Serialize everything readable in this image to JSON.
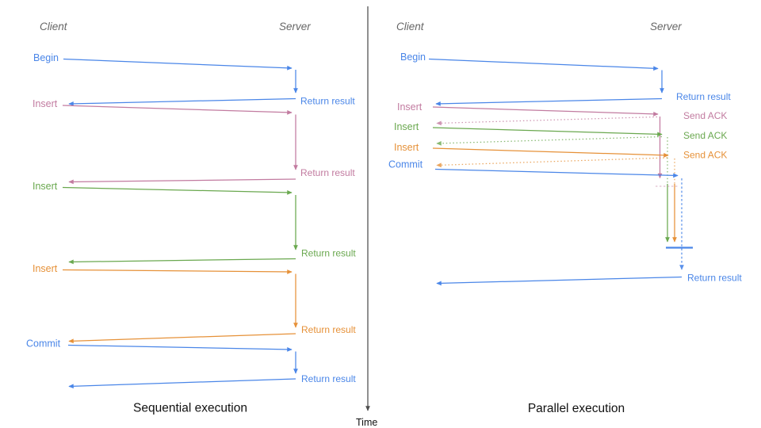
{
  "colors": {
    "blue": "#4a86e8",
    "pink": "#c27ba0",
    "green": "#6aa84f",
    "orange": "#e69138",
    "axis": "#4d4d4d",
    "heading": "#666666",
    "title": "#111111"
  },
  "time_axis": {
    "label": "Time"
  },
  "sequential": {
    "title": "Sequential execution",
    "client_header": "Client",
    "server_header": "Server",
    "messages": [
      {
        "label": "Begin",
        "color": "blue",
        "response": "Return result"
      },
      {
        "label": "Insert",
        "color": "pink",
        "response": "Return result"
      },
      {
        "label": "Insert",
        "color": "green",
        "response": "Return result"
      },
      {
        "label": "Insert",
        "color": "orange",
        "response": "Return result"
      },
      {
        "label": "Commit",
        "color": "blue",
        "response": "Return result"
      }
    ]
  },
  "parallel": {
    "title": "Parallel execution",
    "client_header": "Client",
    "server_header": "Server",
    "messages": [
      {
        "label": "Begin",
        "color": "blue",
        "response": "Return result"
      },
      {
        "label": "Insert",
        "color": "pink",
        "response": "Send ACK"
      },
      {
        "label": "Insert",
        "color": "green",
        "response": "Send ACK"
      },
      {
        "label": "Insert",
        "color": "orange",
        "response": "Send ACK"
      },
      {
        "label": "Commit",
        "color": "blue",
        "response": "Return result"
      }
    ]
  }
}
